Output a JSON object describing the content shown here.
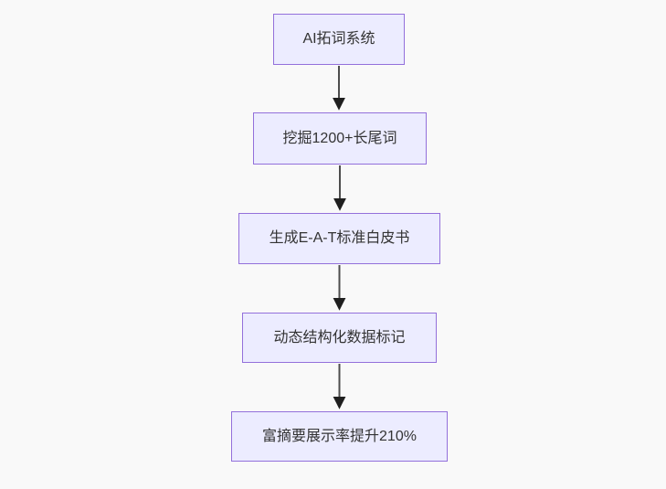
{
  "diagram": {
    "type": "flowchart",
    "direction": "top-down",
    "colors": {
      "background": "#f9f9f9",
      "node_fill": "#ececff",
      "node_border": "#9370db",
      "node_text": "#333333",
      "edge_line": "#4d4d4d",
      "arrowhead": "#1f1f1f"
    },
    "nodes": [
      {
        "id": "A",
        "label": "AI拓词系统"
      },
      {
        "id": "B",
        "label": "挖掘1200+长尾词"
      },
      {
        "id": "C",
        "label": "生成E-A-T标准白皮书"
      },
      {
        "id": "D",
        "label": "动态结构化数据标记"
      },
      {
        "id": "E",
        "label": "富摘要展示率提升210%"
      }
    ],
    "edges": [
      {
        "from": "A",
        "to": "B"
      },
      {
        "from": "B",
        "to": "C"
      },
      {
        "from": "C",
        "to": "D"
      },
      {
        "from": "D",
        "to": "E"
      }
    ]
  }
}
